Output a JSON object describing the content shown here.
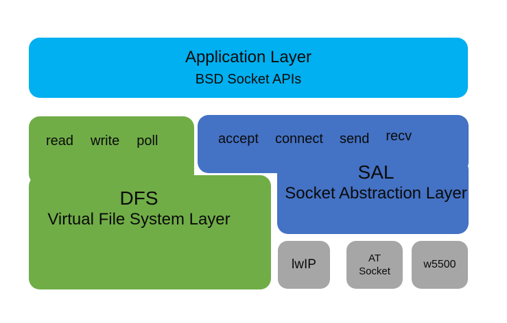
{
  "diagram": {
    "title": "Socket abstraction architecture diagram",
    "colors": {
      "application_layer": "#00B0F0",
      "dfs_layer": "#70AD47",
      "sal_layer": "#4472C4",
      "implementation_box": "#A6A6A6",
      "text": "#0a0a0a",
      "background": "#ffffff"
    },
    "application_layer": {
      "title": "Application Layer",
      "subtitle": "BSD Socket APIs"
    },
    "dfs_layer": {
      "apis": [
        "read",
        "write",
        "poll"
      ],
      "acronym": "DFS",
      "name": "Virtual File System Layer"
    },
    "sal_layer": {
      "apis": [
        "accept",
        "connect",
        "send",
        "recv"
      ],
      "acronym": "SAL",
      "name": "Socket Abstraction Layer"
    },
    "implementations": [
      {
        "label": "lwIP"
      },
      {
        "label": "AT\nSocket"
      },
      {
        "label": "w5500"
      }
    ]
  }
}
